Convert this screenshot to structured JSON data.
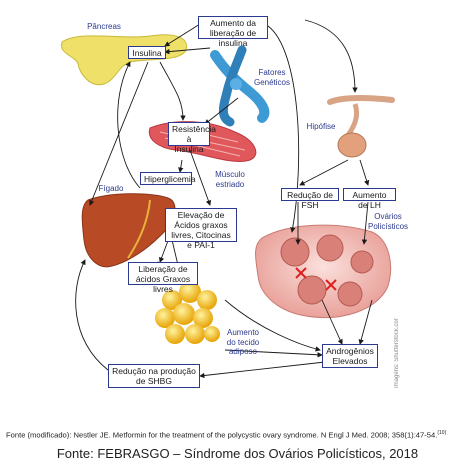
{
  "labels": {
    "pancreas": "Pâncreas",
    "insulin": "Insulina",
    "insulin_release_increase": "Aumento da liberação de insulina",
    "genetic_factors": "Fatores Genéticos",
    "pituitary": "Hipófise",
    "insulin_resistance": "Resistência à Insulina",
    "hyperglycemia": "Hiperglicemia",
    "striated_muscle": "Músculo estriado",
    "liver": "Fígado",
    "fatty_acids_elevation": "Elevação de Ácidos graxos livres, Citocinas e PAI-1",
    "fsh_reduction": "Redução de FSH",
    "lh_increase": "Aumento de LH",
    "polycystic_ovaries": "Ovários Policísticos",
    "fatty_acids_release": "Liberação de ácidos Graxos livres",
    "adipose_increase": "Aumento do tecido adiposo",
    "elevated_androgens": "Androgênios Elevados",
    "shbg_reduction": "Redução na produção de SHBG"
  },
  "credit": "Fonte (modificado): Nestler JE. Metformin for the treatment of the polycystic ovary syndrome. N Engl J Med. 2008; 358(1):47-54.",
  "credit_ref": "(10)",
  "watermark": "Imagens: Shutterstock.com",
  "caption": "Fonte: FEBRASGO – Síndrome dos Ovários Policísticos, 2018",
  "colors": {
    "box_border": "#2b3a8f",
    "label_text": "#2b3a8f",
    "arrow": "#1a1a1a",
    "pancreas": "#efe06a",
    "liver": "#b84a25",
    "adipose": "#f2c21a",
    "ovary": "#f2b7b0",
    "muscle": "#e0575c",
    "dna": "#3d9ad4",
    "pituitary": "#e3a07c",
    "marker": "#e02020"
  }
}
